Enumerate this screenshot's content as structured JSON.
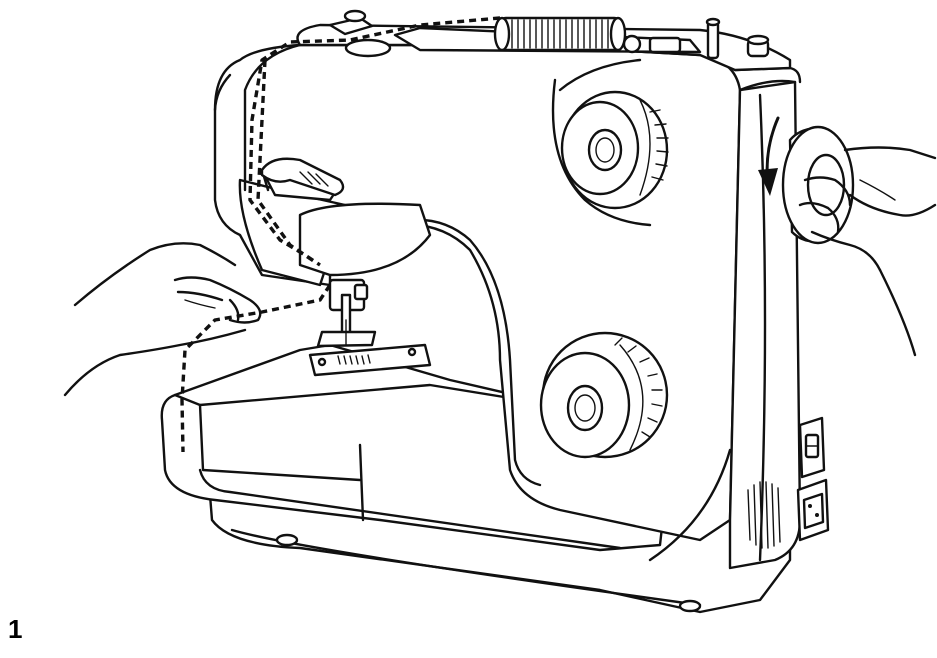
{
  "figure": {
    "number": "1"
  },
  "parts": [
    "sewing-machine-body",
    "spool-pin-with-thread",
    "thread-path-dashed",
    "needle-and-presser-foot",
    "needle-plate",
    "free-arm-cover",
    "upper-dial",
    "lower-dial",
    "handwheel",
    "rotation-arrow",
    "power-switch",
    "power-socket",
    "left-hand-holding-thread",
    "right-hand-turning-handwheel"
  ]
}
